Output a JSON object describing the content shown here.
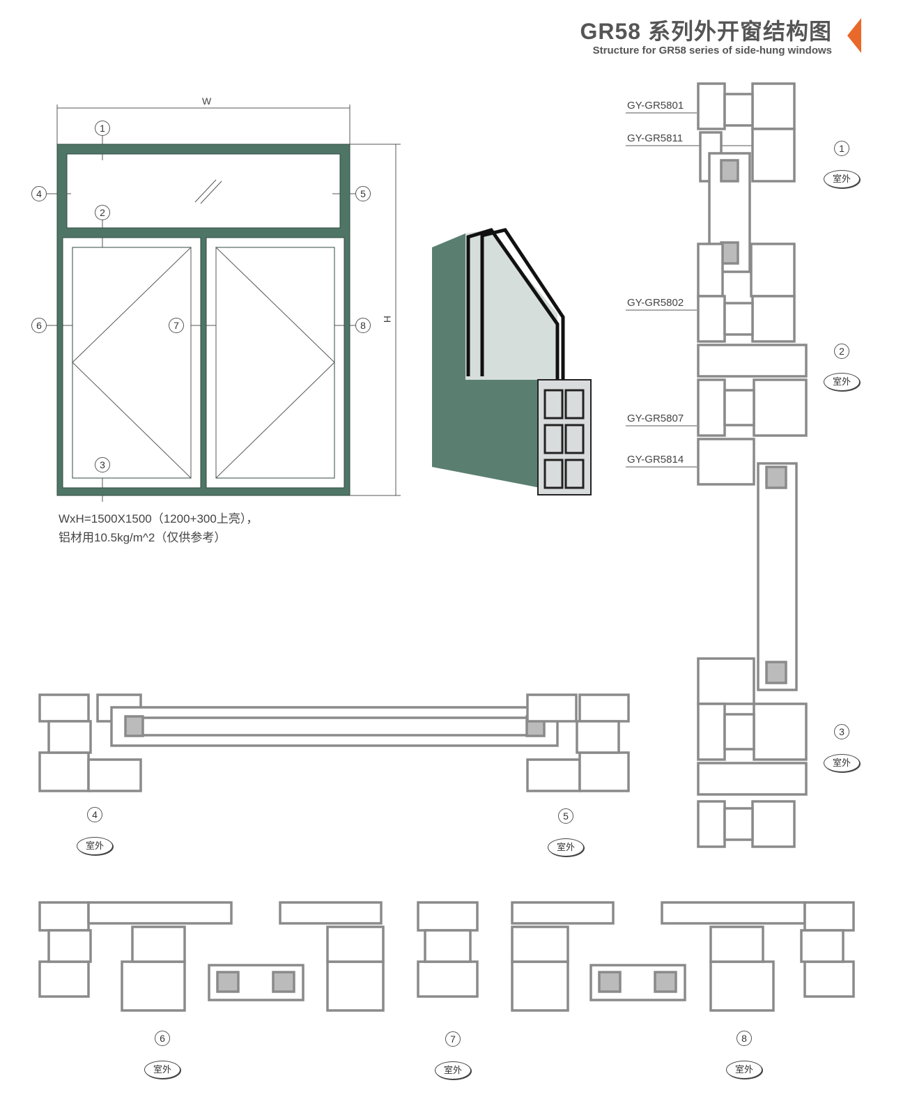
{
  "header": {
    "title": "GR58 系列外开窗结构图",
    "subtitle": "Structure for GR58 series of side-hung windows",
    "accent": "#e8692a"
  },
  "elevation": {
    "width_label": "W",
    "height_label": "H",
    "frame_color": "#4f7567",
    "markers": [
      "1",
      "2",
      "3",
      "4",
      "5",
      "6",
      "7",
      "8"
    ],
    "note_line1": "WxH=1500X1500（1200+300上亮），",
    "note_line2": "铝材用10.5kg/m^2（仅供参考）"
  },
  "profile_codes": [
    "GY-GR5801",
    "GY-GR5811",
    "GY-GR5802",
    "GY-GR5807",
    "GY-GR5814"
  ],
  "sections": {
    "numbers": [
      "1",
      "2",
      "3",
      "4",
      "5",
      "6",
      "7",
      "8"
    ],
    "outside_label": "室外"
  }
}
